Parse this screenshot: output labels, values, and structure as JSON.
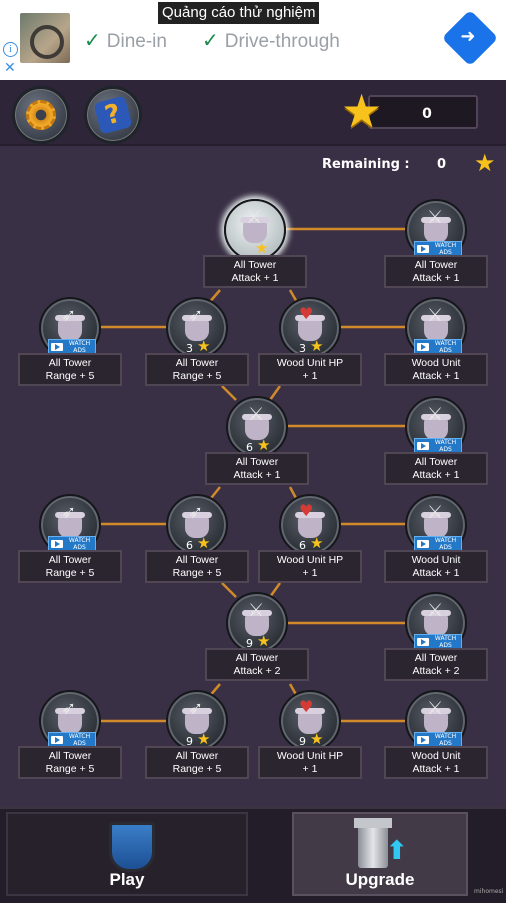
{
  "ad": {
    "title": "Quảng cáo thử nghiệm",
    "options": [
      "Dine-in",
      "Drive-through"
    ],
    "check_icon": "✓",
    "info_icon": "i",
    "close_icon": "✕"
  },
  "header": {
    "star_count": "0",
    "remaining_label": "Remaining :",
    "remaining_value": "0"
  },
  "watch_ads_label": "WATCH ADS",
  "nodes": [
    {
      "id": "n1",
      "cost": "",
      "icon": "sword",
      "watch": false,
      "active": true,
      "line1": "All Tower",
      "line2": "Attack + 1"
    },
    {
      "id": "n2",
      "cost": "",
      "icon": "sword",
      "watch": true,
      "active": false,
      "line1": "All Tower",
      "line2": "Attack + 1"
    },
    {
      "id": "n3",
      "cost": "",
      "icon": "bow",
      "watch": true,
      "active": false,
      "line1": "All Tower",
      "line2": "Range + 5"
    },
    {
      "id": "n4",
      "cost": "3",
      "icon": "bow",
      "watch": false,
      "active": false,
      "line1": "All Tower",
      "line2": "Range + 5"
    },
    {
      "id": "n5",
      "cost": "3",
      "icon": "heart",
      "watch": false,
      "active": false,
      "line1": "Wood Unit HP",
      "line2": "+ 1"
    },
    {
      "id": "n6",
      "cost": "",
      "icon": "sword",
      "watch": true,
      "active": false,
      "line1": "Wood Unit",
      "line2": "Attack + 1"
    },
    {
      "id": "n7",
      "cost": "6",
      "icon": "sword",
      "watch": false,
      "active": false,
      "line1": "All Tower",
      "line2": "Attack + 1"
    },
    {
      "id": "n8",
      "cost": "",
      "icon": "sword",
      "watch": true,
      "active": false,
      "line1": "All Tower",
      "line2": "Attack + 1"
    },
    {
      "id": "n9",
      "cost": "",
      "icon": "bow",
      "watch": true,
      "active": false,
      "line1": "All Tower",
      "line2": "Range + 5"
    },
    {
      "id": "n10",
      "cost": "6",
      "icon": "bow",
      "watch": false,
      "active": false,
      "line1": "All Tower",
      "line2": "Range + 5"
    },
    {
      "id": "n11",
      "cost": "6",
      "icon": "heart",
      "watch": false,
      "active": false,
      "line1": "Wood Unit HP",
      "line2": "+ 1"
    },
    {
      "id": "n12",
      "cost": "",
      "icon": "sword",
      "watch": true,
      "active": false,
      "line1": "Wood Unit",
      "line2": "Attack + 1"
    },
    {
      "id": "n13",
      "cost": "9",
      "icon": "sword",
      "watch": false,
      "active": false,
      "line1": "All Tower",
      "line2": "Attack + 2"
    },
    {
      "id": "n14",
      "cost": "",
      "icon": "sword",
      "watch": true,
      "active": false,
      "line1": "All Tower",
      "line2": "Attack + 2"
    },
    {
      "id": "n15",
      "cost": "",
      "icon": "bow",
      "watch": true,
      "active": false,
      "line1": "All Tower",
      "line2": "Range + 5"
    },
    {
      "id": "n16",
      "cost": "9",
      "icon": "bow",
      "watch": false,
      "active": false,
      "line1": "All Tower",
      "line2": "Range + 5"
    },
    {
      "id": "n17",
      "cost": "9",
      "icon": "heart",
      "watch": false,
      "active": false,
      "line1": "Wood Unit HP",
      "line2": "+ 1"
    },
    {
      "id": "n18",
      "cost": "",
      "icon": "sword",
      "watch": true,
      "active": false,
      "line1": "Wood Unit",
      "line2": "Attack + 1"
    }
  ],
  "tabs": {
    "play_label": "Play",
    "upgrade_label": "Upgrade"
  },
  "colors": {
    "background": "#3a3045",
    "connector": "#d08a2a",
    "star": "#f7c21b"
  }
}
